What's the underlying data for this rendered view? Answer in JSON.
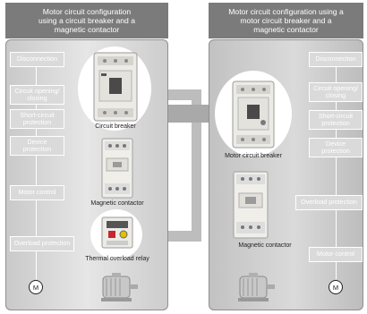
{
  "colors": {
    "title_bg": "#7b7b7b",
    "box_bg": "#dadada",
    "box_border": "#ffffff"
  },
  "left": {
    "title": "Motor circuit configuration\nusing a circuit breaker and a\nmagnetic contactor",
    "functions": [
      "Disconnection",
      "Circuit opening/\nclosing",
      "Short-circuit\nprotection",
      "Device\nprotection",
      "Motor control",
      "Overload protection"
    ],
    "components": [
      "Circuit breaker",
      "Magnetic contactor",
      "Thermal overload relay"
    ],
    "motor": "M"
  },
  "right": {
    "title": "Motor circuit configuration using a\nmotor circuit breaker and a\nmagnetic contactor",
    "functions": [
      "Disconnection",
      "Circuit opening/\nclosing",
      "Short-circuit\nprotection",
      "Device\nprotection",
      "Overload protection",
      "Motor control"
    ],
    "components": [
      "Motor circuit breaker",
      "Magnetic contactor"
    ],
    "motor": "M"
  },
  "icons": [
    "circuit-breaker-icon",
    "magnetic-contactor-icon",
    "thermal-overload-relay-icon",
    "motor-icon",
    "motor-circuit-breaker-icon",
    "transition-arrow-icon"
  ]
}
